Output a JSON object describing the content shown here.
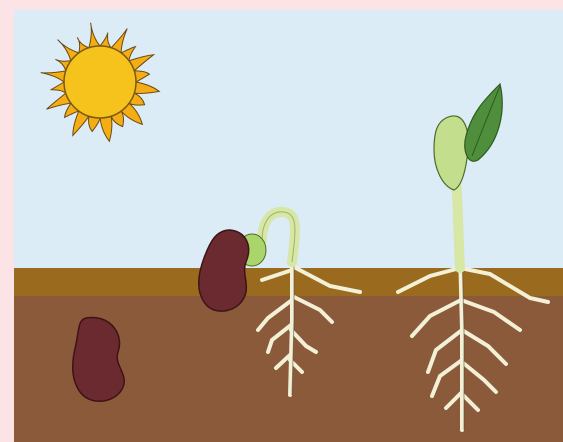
{
  "scene": {
    "colors": {
      "frame": "#fbe3e6",
      "sky": "#dcecf6",
      "topsoil": "#9a6a1e",
      "soil": "#8a5a3a",
      "sun": "#f6c21c",
      "sun_rays": "#f4ad14",
      "seed": "#6b2a2f",
      "stem": "#d6e7a6",
      "root": "#f2f0d6",
      "leaf": "#4f8f3c"
    },
    "stages": [
      {
        "name": "seed"
      },
      {
        "name": "germinating-seedling"
      },
      {
        "name": "young-plant"
      }
    ],
    "icons": [
      "sun-icon"
    ]
  }
}
